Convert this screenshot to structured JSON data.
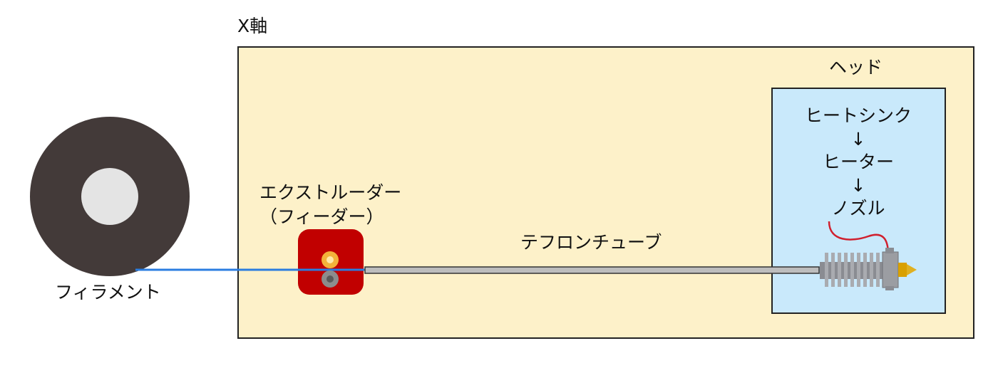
{
  "labels": {
    "x_axis": "X軸",
    "head": "ヘッド",
    "heatsink": "ヒートシンク",
    "arrow1": "↓",
    "heater": "ヒーター",
    "arrow2": "↓",
    "nozzle": "ノズル",
    "extruder_line1": "エクストルーダー",
    "extruder_line2": "（フィーダー）",
    "teflon_tube": "テフロンチューブ",
    "filament": "フィラメント"
  },
  "colors": {
    "x_axis_fill": "#fdf1c9",
    "head_fill": "#c9e9fb",
    "spool": "#433a39",
    "spool_hub": "#e4e4e4",
    "filament": "#2b7de0",
    "extruder": "#c10000",
    "gear_gold": "#f3b23a",
    "gear_gray": "#8c8c8c",
    "tube": "#bdbdbd",
    "heatsink": "#a9abb0",
    "nozzle": "#e0a100",
    "wire": "#d0202e"
  }
}
